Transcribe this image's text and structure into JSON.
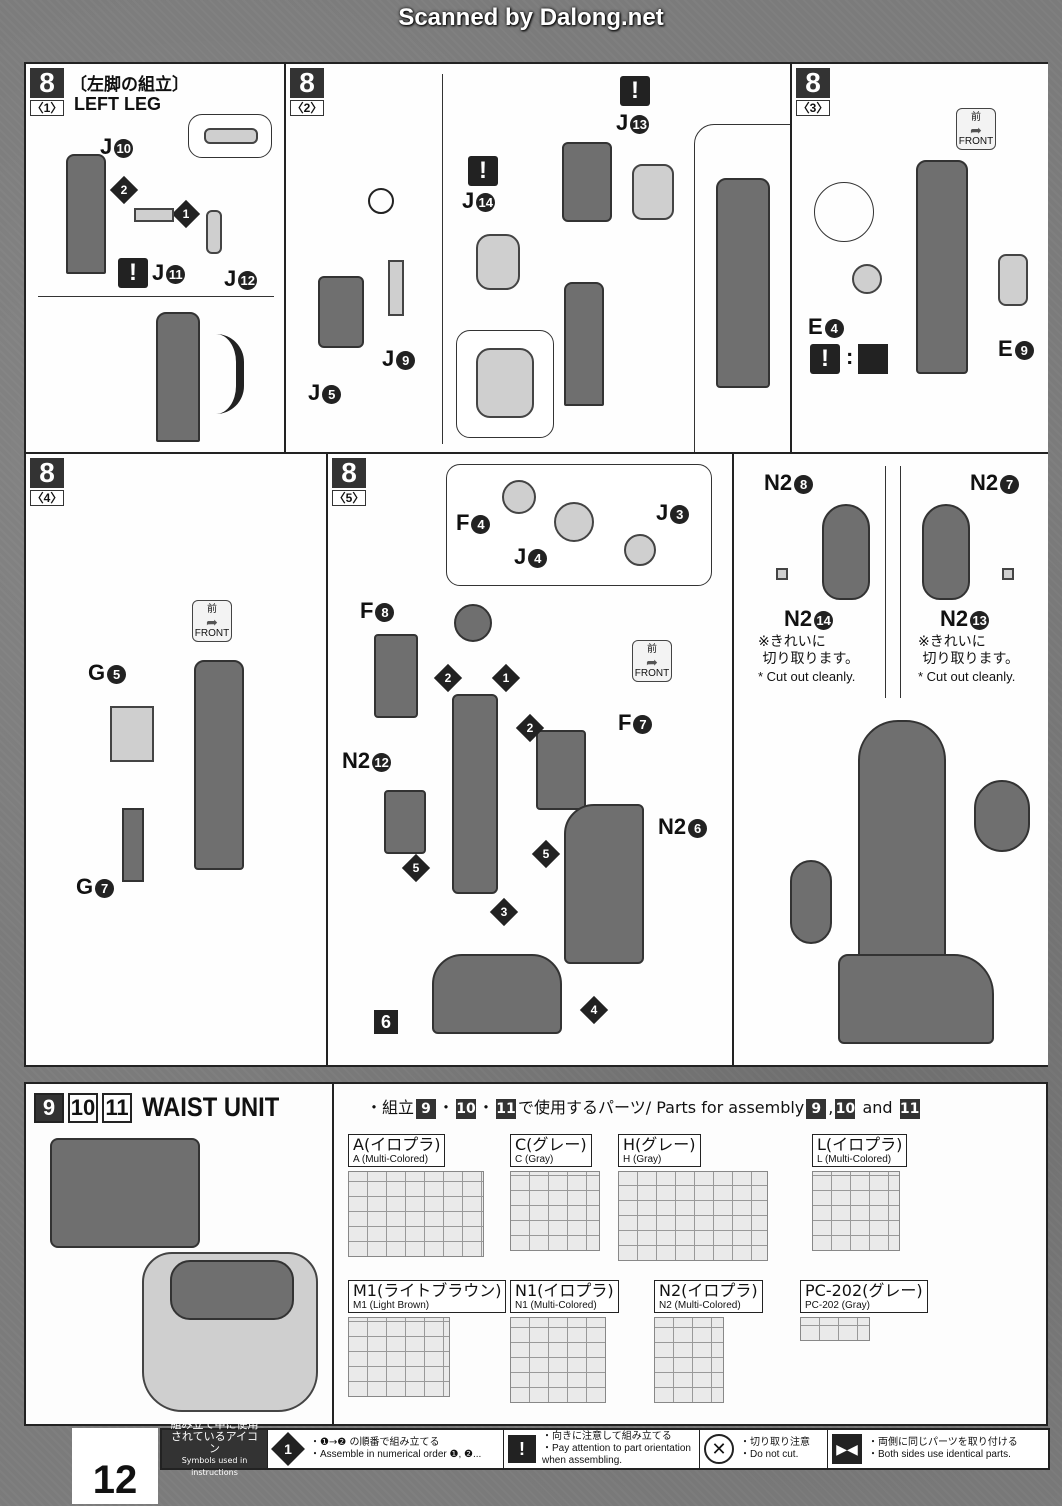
{
  "scan_credit": "Scanned by Dalong.net",
  "page_number": "12",
  "step8": {
    "num": "8",
    "sub1": "〈1〉",
    "sub2": "〈2〉",
    "sub3": "〈3〉",
    "sub4": "〈4〉",
    "sub5": "〈5〉",
    "title_jp": "〔左脚の組立〕",
    "title_en": "LEFT LEG",
    "front_jp": "前",
    "front_en": "FRONT",
    "labels": {
      "J": "J",
      "E": "E",
      "F": "F",
      "G": "G",
      "N2": "N2",
      "c10": "10",
      "c11": "11",
      "c12": "12",
      "c13": "13",
      "c14": "14",
      "c9": "9",
      "c5": "5",
      "c4": "4",
      "c3": "3",
      "c8": "8",
      "c7": "7",
      "c6": "6"
    },
    "seq": [
      "1",
      "2",
      "3",
      "4",
      "5"
    ],
    "step_box6": "6",
    "warn": "!",
    "colon": ":",
    "cut_note_jp": "※きれいに",
    "cut_note_jp2": "切り取ります。",
    "cut_note_en": "* Cut out cleanly."
  },
  "waist": {
    "nums": [
      "9",
      "10",
      "11"
    ],
    "title": "WAIST UNIT",
    "parts_header_prefix": "・組立",
    "parts_header_mid": "で使用するパーツ/ Parts for assembly",
    "parts_header_and": "and",
    "dot": "・",
    "comma": ",",
    "runners": [
      {
        "jp": "A(イロプラ)",
        "en": "A (Multi-Colored)"
      },
      {
        "jp": "C(グレー)",
        "en": "C (Gray)"
      },
      {
        "jp": "H(グレー)",
        "en": "H (Gray)"
      },
      {
        "jp": "L(イロプラ)",
        "en": "L (Multi-Colored)"
      },
      {
        "jp": "M1(ライトブラウン)",
        "en": "M1 (Light Brown)"
      },
      {
        "jp": "N1(イロプラ)",
        "en": "N1 (Multi-Colored)"
      },
      {
        "jp": "N2(イロプラ)",
        "en": "N2 (Multi-Colored)"
      },
      {
        "jp": "PC-202(グレー)",
        "en": "PC-202 (Gray)"
      }
    ]
  },
  "legend": {
    "head_jp1": "組み立て中に使用",
    "head_jp2": "されているアイコン",
    "head_en": "Symbols used in instructions",
    "order_icon": "1",
    "order_jp": "・❶→❷ の順番で組み立てる",
    "order_en": "・Assemble in numerical order ❶, ❷...",
    "attn_icon": "!",
    "attn_jp": "・向きに注意して組み立てる",
    "attn_en": "・Pay attention to part orientation when assembling.",
    "cut_jp": "・切り取り注意",
    "cut_en": "・Do not cut.",
    "both_jp": "・両側に同じパーツを取り付ける",
    "both_en": "・Both sides use identical parts."
  }
}
